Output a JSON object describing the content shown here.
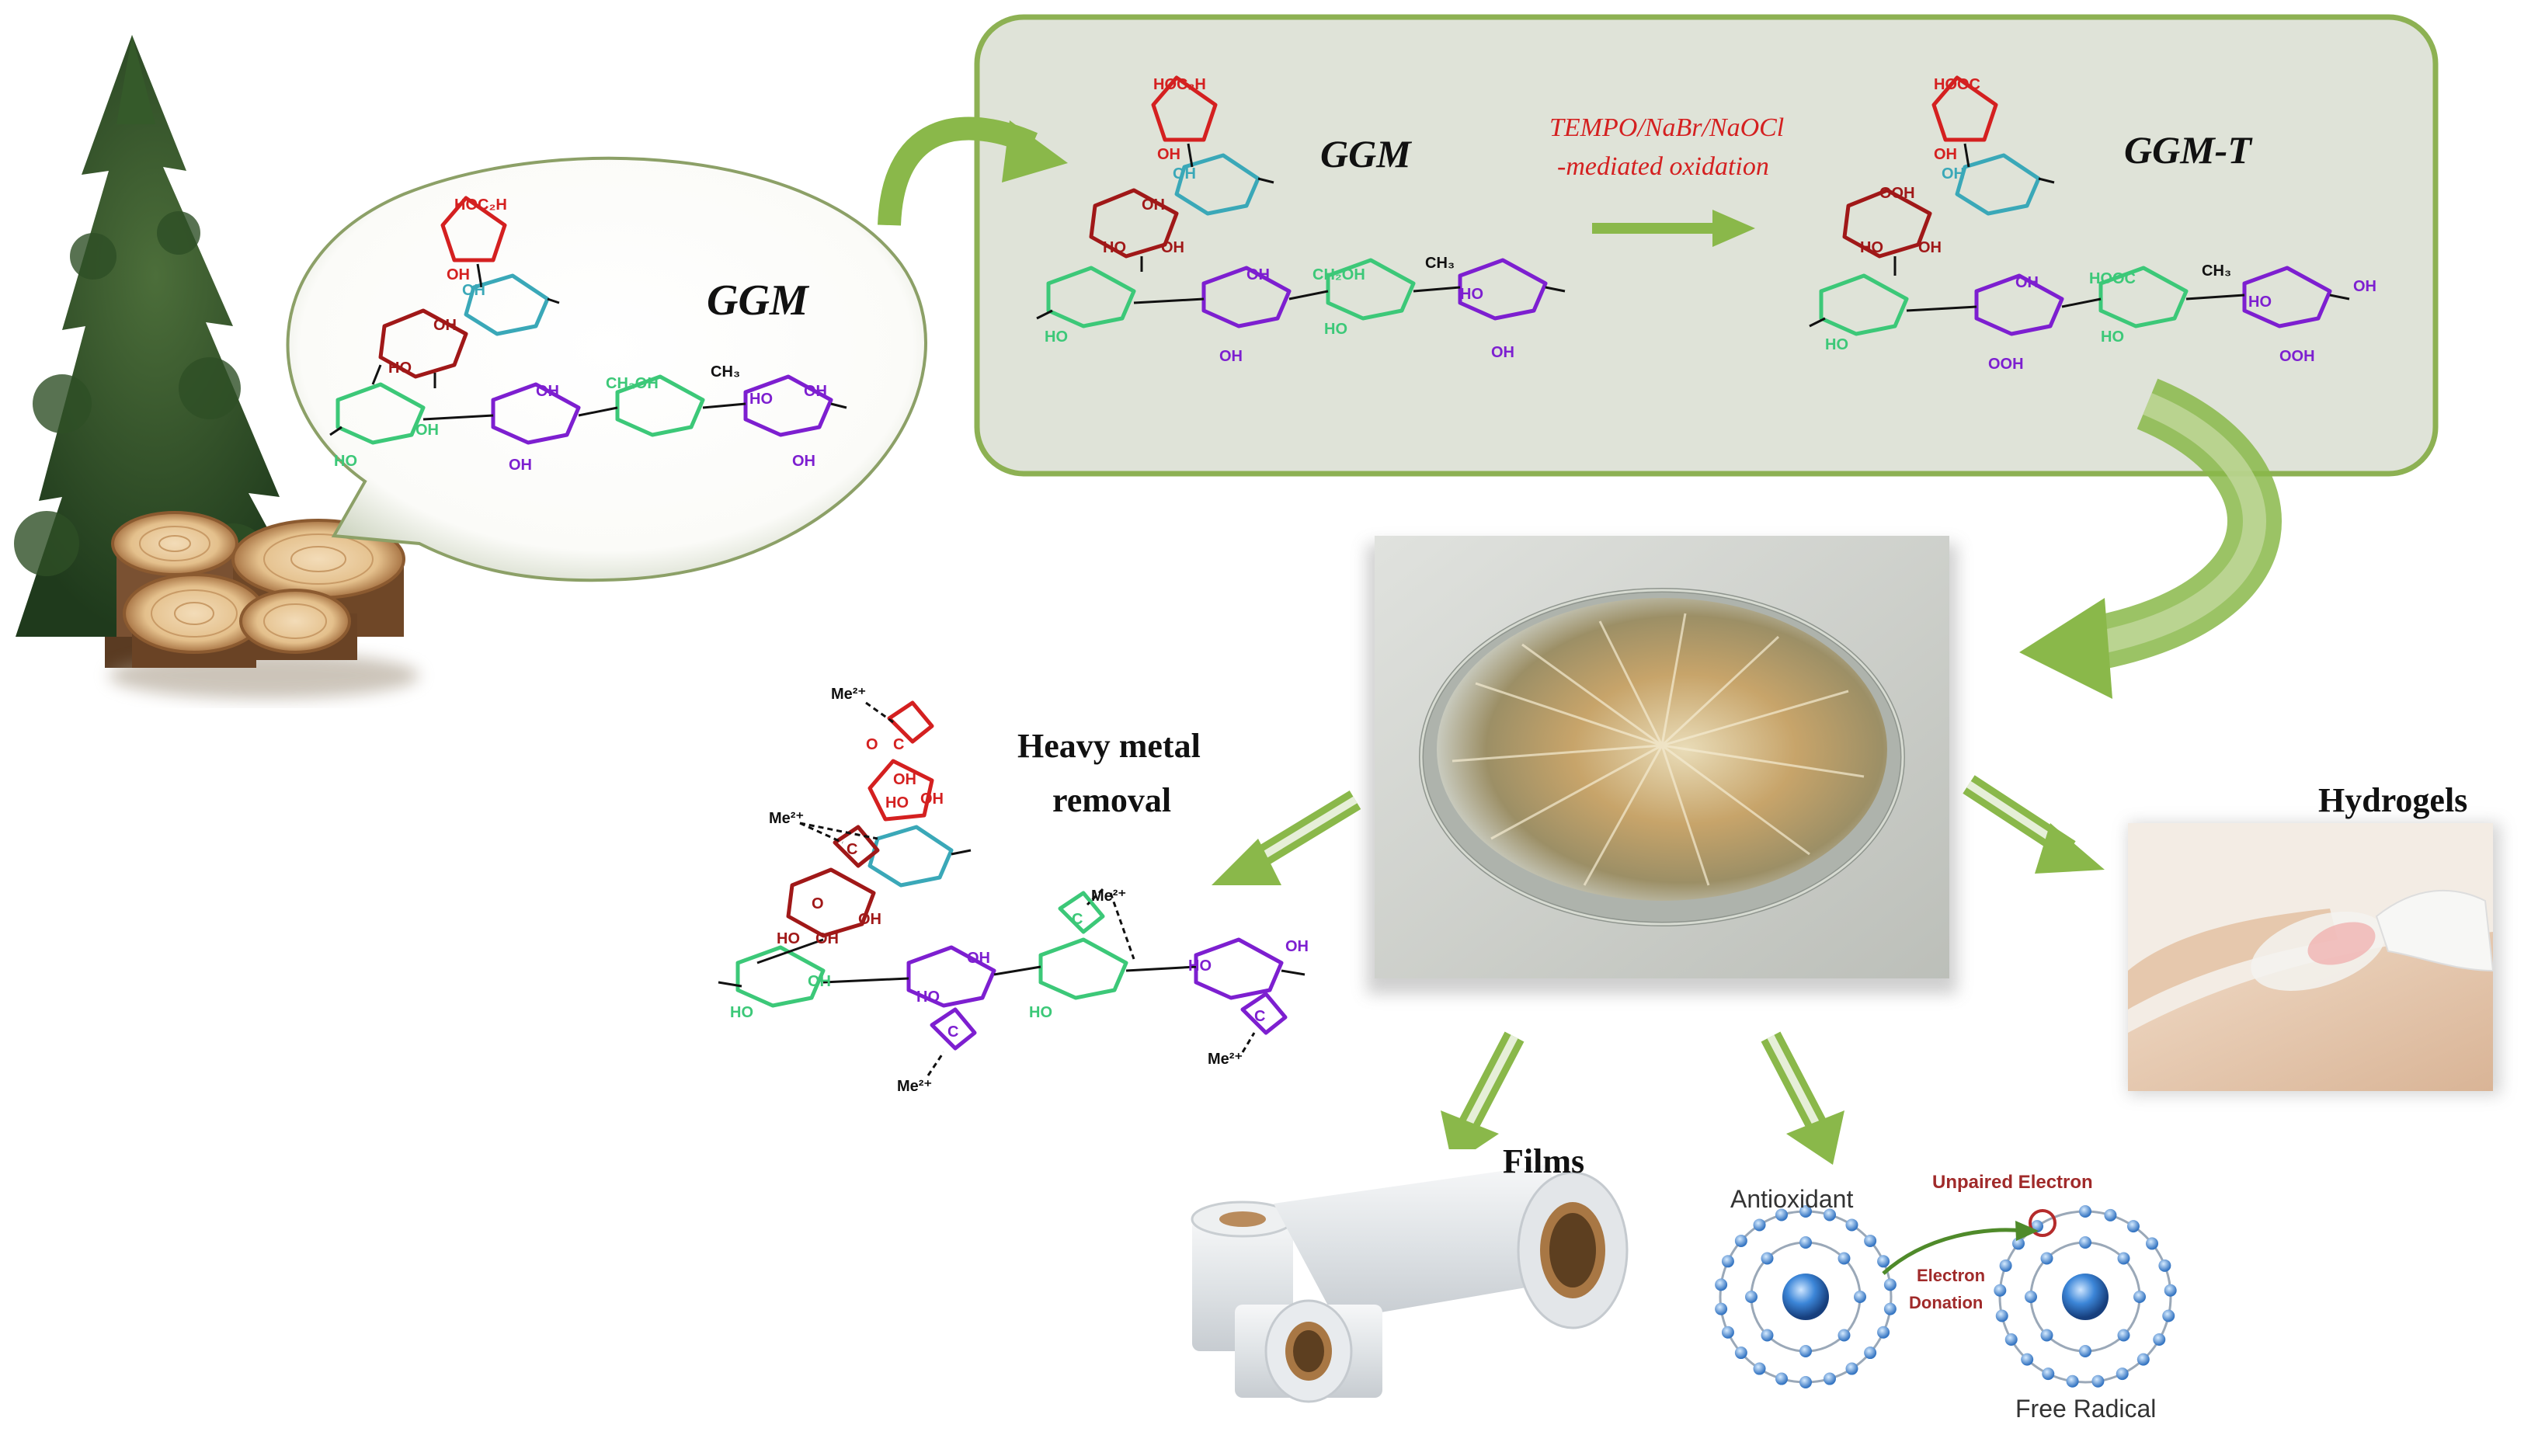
{
  "bubble": {
    "label": "GGM"
  },
  "panel": {
    "left_label": "GGM",
    "reaction_line1": "TEMPO/NaBr/NaOCl",
    "reaction_line2": "-mediated oxidation",
    "right_label": "GGM-T"
  },
  "applications": {
    "heavy_metal_line1": "Heavy metal",
    "heavy_metal_line2": "removal",
    "hydrogels": "Hydrogels",
    "films": "Films"
  },
  "antioxidant_diagram": {
    "antioxidant": "Antioxidant",
    "unpaired_electron": "Unpaired Electron",
    "electron_donation_line1": "Electron",
    "electron_donation_line2": "Donation",
    "free_radical": "Free Radical"
  },
  "chem_labels": {
    "hoc2h": "HOC₂H",
    "hooc": "HOOC",
    "ch2oh": "CH₂OH",
    "ch3": "CH₃",
    "oh": "OH",
    "ho": "HO",
    "ooh": "OOH",
    "o": "O",
    "c": "C",
    "me": "Me²⁺"
  },
  "colors": {
    "panel_fill": "#dfe3d8",
    "panel_border": "#8db153",
    "arrow_green": "#8ab84a",
    "red_sugar": "#d42020",
    "cyan_sugar": "#3aa8b8",
    "darkred_sugar": "#a01818",
    "green_sugar": "#3cc878",
    "purple_sugar": "#7d1fd0",
    "reaction_text": "#d42020"
  }
}
